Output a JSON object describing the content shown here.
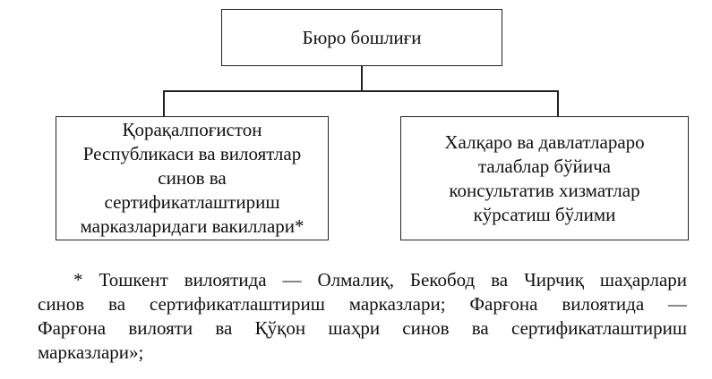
{
  "top_box": {
    "label": "Бюро бошлиғи"
  },
  "left_box": {
    "lines": [
      "Қорақалпоғистон",
      "Республикаси ва вилоятлар",
      "синов ва",
      "сертификатлаштириш",
      "марказларидаги вакиллари*"
    ]
  },
  "right_box": {
    "lines": [
      "Халқаро ва давлатлараро",
      "талаблар бўйича",
      "консультатив хизматлар",
      "кўрсатиш бўлими"
    ]
  },
  "footnote": {
    "lines": [
      "* Тошкент вилоятида — Олмалиқ, Бекобод ва Чирчиқ шаҳарлари",
      "синов ва сертификатлаштириш марказлари; Фарғона вилоятида —",
      "Фарғона вилояти ва Қўқон шаҳри синов ва сертификатлаштириш",
      "марказлари»;"
    ]
  }
}
